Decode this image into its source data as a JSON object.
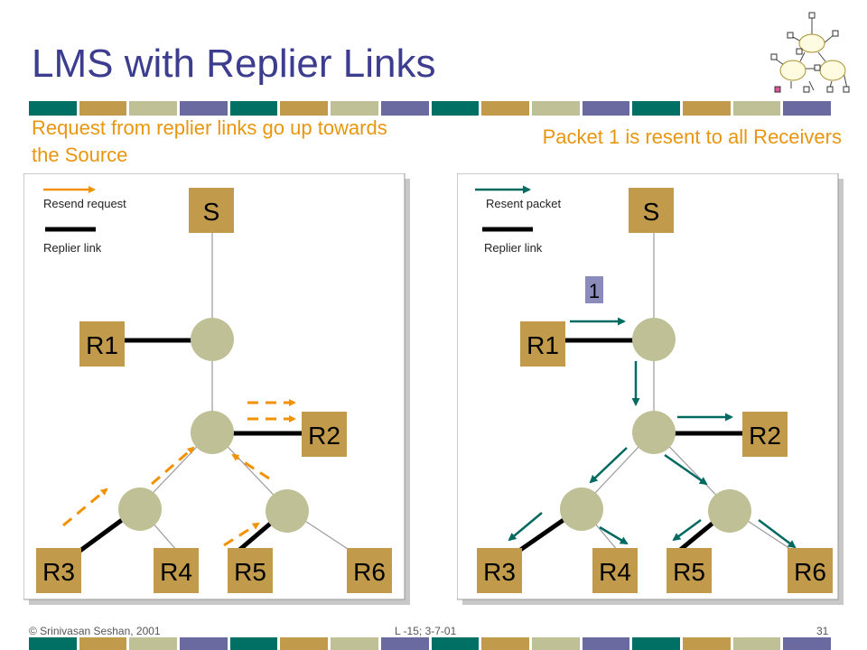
{
  "slide": {
    "title": "LMS with Replier Links",
    "left_caption": "Request from replier links go up towards the Source",
    "right_caption": "Packet 1 is resent to all Receivers",
    "footer_left": "© Srinivasan Seshan, 2001",
    "footer_center": "L -15; 3-7-01",
    "footer_right": "31"
  },
  "colors": {
    "title": "#3d3d8f",
    "caption": "#e8960f",
    "node_box": "#c19a4b",
    "router": "#bfc095",
    "request_arrow": "#f39200",
    "resent_arrow": "#006a60",
    "bar_pattern": [
      "#006f64",
      "#c19a4b",
      "#bfc095",
      "#6b6aa0"
    ]
  },
  "left_panel": {
    "legend_arrow_label": "Resend request",
    "legend_line_label": "Replier link",
    "source": "S",
    "nodes": [
      "R1",
      "R2",
      "R3",
      "R4",
      "R5",
      "R6"
    ]
  },
  "right_panel": {
    "legend_arrow_label": "Resent packet",
    "legend_line_label": "Replier link",
    "source": "S",
    "packet_label": "1",
    "nodes": [
      "R1",
      "R2",
      "R3",
      "R4",
      "R5",
      "R6"
    ]
  }
}
